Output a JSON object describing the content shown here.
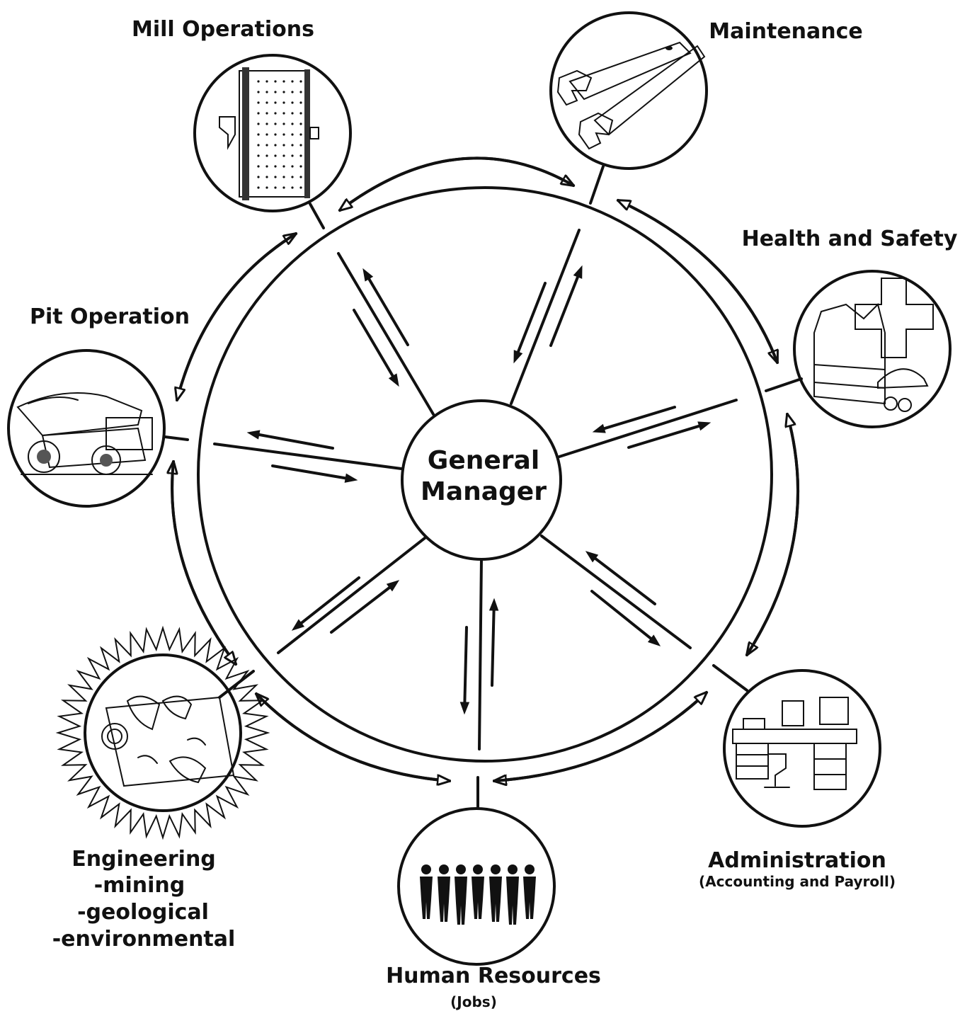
{
  "center": {
    "title_line1": "General",
    "title_line2": "Manager"
  },
  "departments": [
    {
      "key": "mill",
      "label": "Mill Operations",
      "icon": "ball-mill-icon"
    },
    {
      "key": "maintenance",
      "label": "Maintenance",
      "icon": "wrench-icon"
    },
    {
      "key": "health",
      "label": "Health and Safety",
      "icon": "safety-vest-cross-icon"
    },
    {
      "key": "admin",
      "label": "Administration",
      "sub": "(Accounting and Payroll)",
      "icon": "office-desk-icon"
    },
    {
      "key": "hr",
      "label": "Human Resources",
      "sub": "(Jobs)",
      "icon": "people-silhouettes-icon"
    },
    {
      "key": "eng",
      "label": "Engineering",
      "lines": [
        "-mining",
        "-geological",
        "-environmental"
      ],
      "icon": "map-hands-icon"
    },
    {
      "key": "pit",
      "label": "Pit Operation",
      "icon": "haul-truck-icon"
    }
  ],
  "colors": {
    "ink": "#111111",
    "paper": "#ffffff"
  }
}
